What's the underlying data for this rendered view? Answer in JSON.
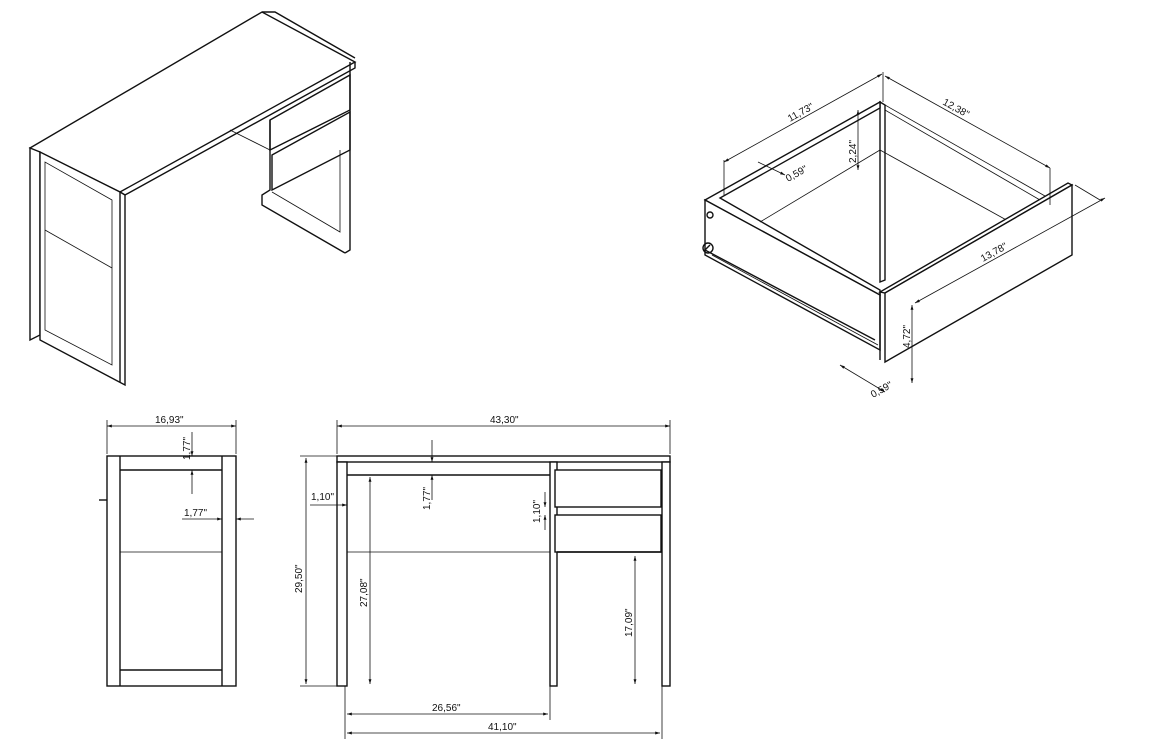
{
  "units": "inch",
  "views": {
    "side": {
      "width": "16,93\"",
      "top_rail": "1,77\"",
      "post_width": "1,77\""
    },
    "front": {
      "width": "43,30\"",
      "height": "29,50\"",
      "top_rail": "1,77\"",
      "leg_offset": "1,10\"",
      "drawer_gap": "1,10\"",
      "knee_height": "27,08\"",
      "drawer_unit_clearance": "17,09\"",
      "knee_width": "26,56\"",
      "inner_width": "41,10\""
    },
    "drawer": {
      "inner_width": "11,73\"",
      "inner_depth": "12,38\"",
      "side_height": "2,24\"",
      "side_thickness": "0,59\"",
      "front_width": "13,78\"",
      "front_height": "4,72\"",
      "front_thickness": "0,59\""
    }
  }
}
